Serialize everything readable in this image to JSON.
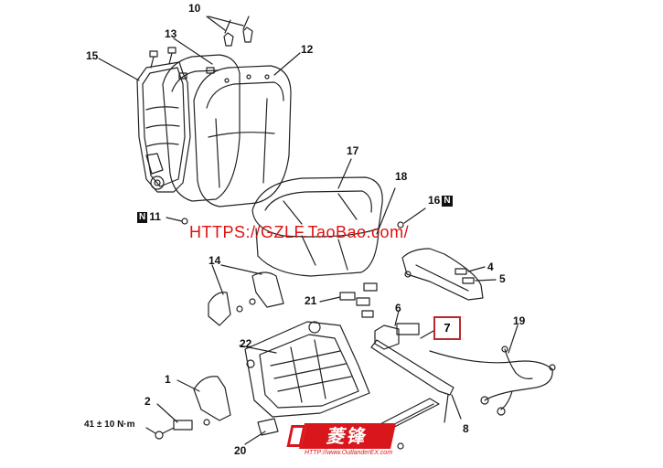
{
  "labels": {
    "l1": "1",
    "l2": "2",
    "l4": "4",
    "l5": "5",
    "l6": "6",
    "l7": "7",
    "l8": "8",
    "l10": "10",
    "l11": "11",
    "l12": "12",
    "l13": "13",
    "l14": "14",
    "l15": "15",
    "l16": "16",
    "l17": "17",
    "l18": "18",
    "l19": "19",
    "l20": "20",
    "l21": "21",
    "l22": "22"
  },
  "box_letter": "N",
  "torque": "41 ± 10 N·m",
  "watermark": "HTTPS://GZLF.TaoBao.com/",
  "logo": {
    "brand": "菱锋",
    "url": "HTTP://www.OutlanderEX.com"
  },
  "colors": {
    "line": "#222222",
    "watermark": "#e01010",
    "highlight_box": "#c0262d",
    "logo": "#d8161c"
  }
}
